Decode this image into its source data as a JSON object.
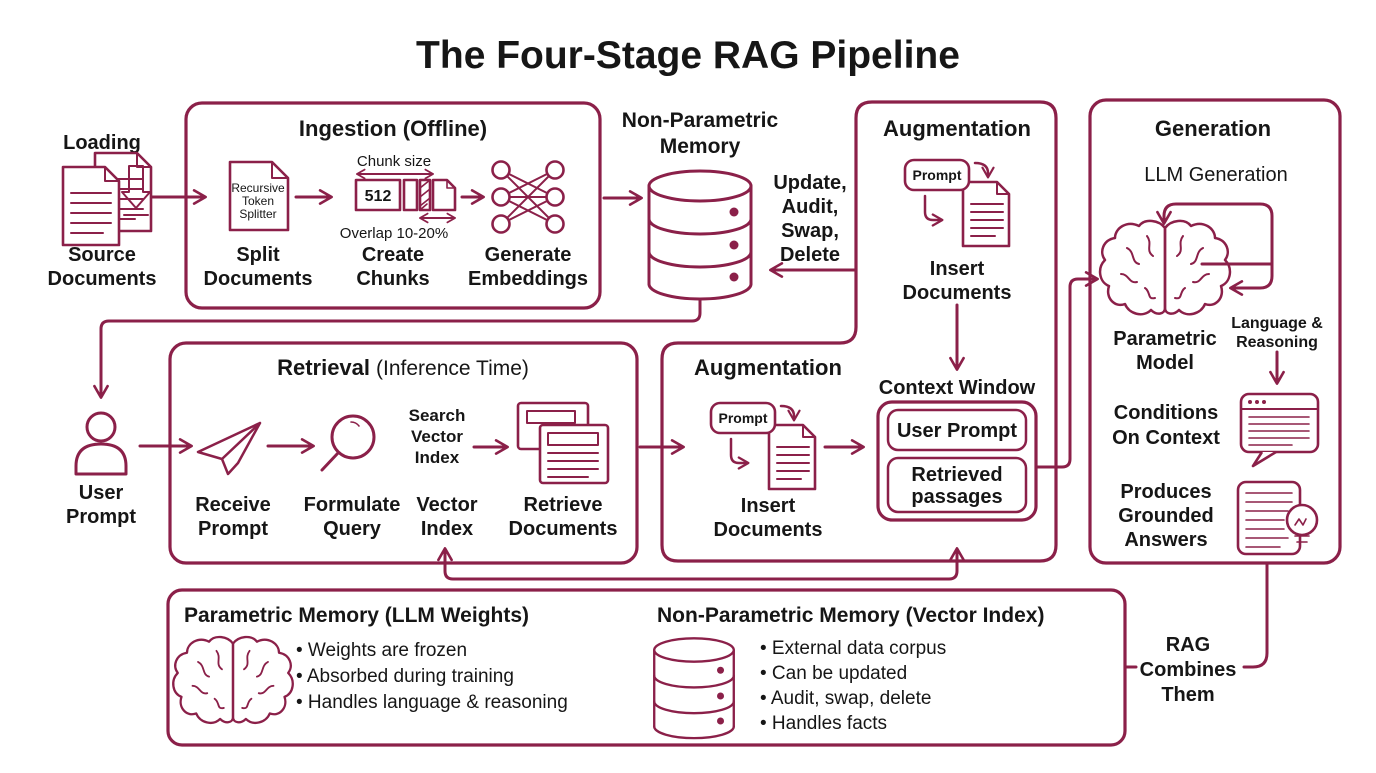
{
  "palette": {
    "line": "#8B2049",
    "text": "#161616",
    "background": "#FFFFFF"
  },
  "title": "The Four-Stage RAG Pipeline",
  "source": {
    "loading": "Loading",
    "label": [
      "Source",
      "Documents"
    ]
  },
  "ingestion": {
    "title": "Ingestion (Offline)",
    "splitter": [
      "Recursive",
      "Token",
      "Splitter"
    ],
    "split_label": [
      "Split",
      "Documents"
    ],
    "chunk_size": "Chunk size",
    "chunk_value": "512",
    "overlap": "Overlap 10-20%",
    "create_label": [
      "Create",
      "Chunks"
    ],
    "embed_label": [
      "Generate",
      "Embeddings"
    ]
  },
  "memory": {
    "label": [
      "Non-Parametric",
      "Memory"
    ],
    "ops": [
      "Update,",
      "Audit,",
      "Swap,",
      "Delete"
    ]
  },
  "augmentation_top": {
    "title": "Augmentation",
    "prompt": "Prompt",
    "insert_label": [
      "Insert",
      "Documents"
    ]
  },
  "context_window": {
    "label": "Context Window",
    "user_prompt": "User Prompt",
    "retrieved": [
      "Retrieved",
      "passages"
    ]
  },
  "retrieval": {
    "title": "Retrieval",
    "title_suffix": "(Inference Time)",
    "user_prompt": [
      "User",
      "Prompt"
    ],
    "receive": [
      "Receive",
      "Prompt"
    ],
    "formulate": [
      "Formulate",
      "Query"
    ],
    "search": [
      "Search",
      "Vector",
      "Index"
    ],
    "vector_index": [
      "Vector",
      "Index"
    ],
    "retrieve": [
      "Retrieve",
      "Documents"
    ]
  },
  "augmentation_mid": {
    "title": "Augmentation",
    "prompt": "Prompt",
    "insert_label": [
      "Insert",
      "Documents"
    ]
  },
  "generation": {
    "title": "Generation",
    "subtitle": "LLM Generation",
    "parametric": [
      "Parametric",
      "Model"
    ],
    "language": [
      "Language &",
      "Reasoning"
    ],
    "conditions": [
      "Conditions",
      "On Context"
    ],
    "produces": [
      "Produces",
      "Grounded",
      "Answers"
    ]
  },
  "rag_combines": [
    "RAG",
    "Combines",
    "Them"
  ],
  "memories": {
    "parametric_title": "Parametric Memory (LLM Weights)",
    "parametric_bullets": [
      "•  Weights are frozen",
      "•  Absorbed during training",
      "•  Handles language & reasoning"
    ],
    "nonparametric_title": "Non-Parametric Memory (Vector Index)",
    "nonparametric_bullets": [
      "•  External data corpus",
      "•  Can be updated",
      "•  Audit, swap, delete",
      "•  Handles facts"
    ]
  }
}
